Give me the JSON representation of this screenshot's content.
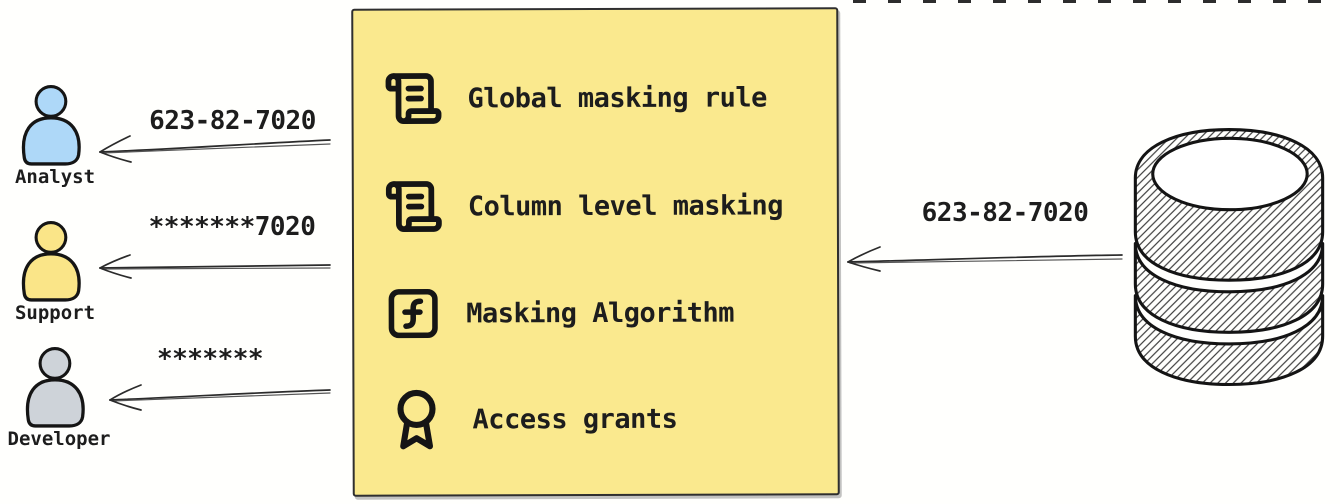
{
  "diagram": {
    "personas": [
      {
        "icon": "person-icon",
        "name": "Analyst",
        "flow_label": "623-82-7020",
        "color": "#aed8f8"
      },
      {
        "icon": "person-icon",
        "name": "Support",
        "flow_label": "*******7020",
        "color": "#fae588"
      },
      {
        "icon": "person-icon",
        "name": "Developer",
        "flow_label": "*******",
        "color": "#ced3d9"
      }
    ],
    "masking_box": {
      "fill": "#fae98e",
      "items": [
        {
          "icon": "scroll-icon",
          "label": "Global masking rule"
        },
        {
          "icon": "scroll-icon",
          "label": "Column level masking"
        },
        {
          "icon": "function-icon",
          "label": "Masking Algorithm"
        },
        {
          "icon": "award-icon",
          "label": "Access grants"
        }
      ]
    },
    "database": {
      "icon": "database-icon",
      "outbound_label": "623-82-7020"
    }
  }
}
